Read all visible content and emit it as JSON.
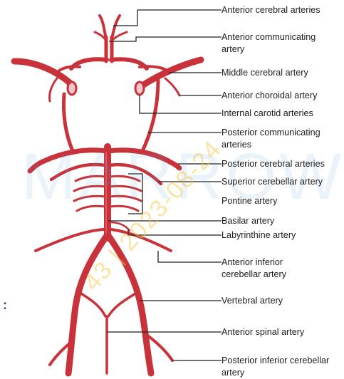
{
  "labels": [
    "Anterior cerebral arteries",
    "Anterior communicating artery",
    "Middle cerebral artery",
    "Anterior choroidal artery",
    "Internal carotid arteries",
    "Posterior communicating arteries",
    "Posterior cerebral arteries",
    "Superior cerebellar artery",
    "Pontine artery",
    "Basilar artery",
    "Labyrinthine artery",
    "Anterior inferior cerebellar artery",
    "Vertebral artery",
    "Anterior spinal artery",
    "Posterior inferior cerebellar artery"
  ],
  "watermark": {
    "brand": "MARROW",
    "diagonal": "43 | 2023-08-24"
  },
  "side_mark": ":",
  "colors": {
    "vessel": "#c8323a",
    "vessel_highlight": "#e0575d",
    "leader": "#222222",
    "lumen": "#f3c6cc"
  }
}
